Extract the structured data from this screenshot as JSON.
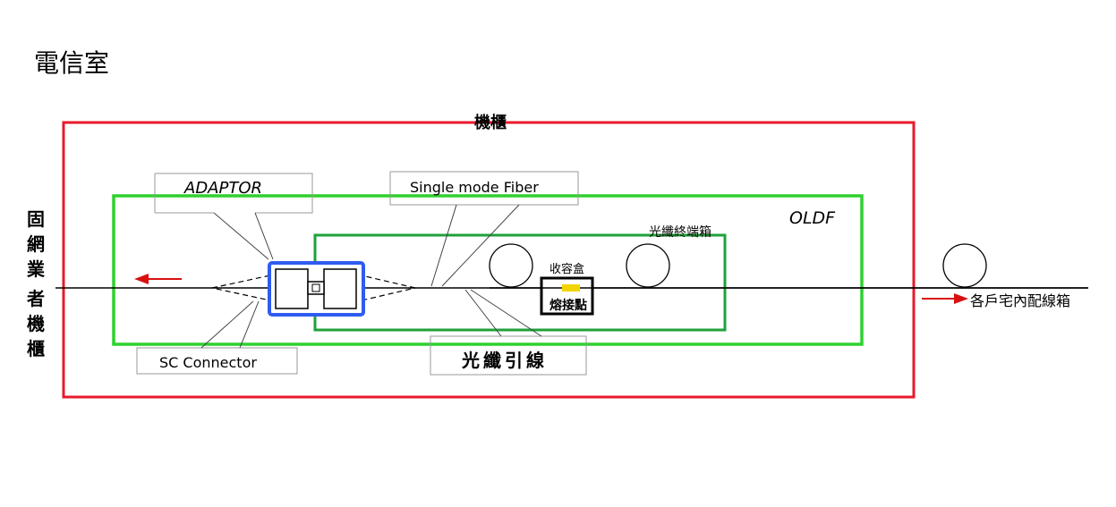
{
  "title": "電信室",
  "labels": {
    "cabinet": "機櫃",
    "adaptor": "ADAPTOR",
    "single_mode_fiber": "Single mode Fiber",
    "oldf": "OLDF",
    "fiber_terminal_box": "光纖終端箱",
    "storage_box": "收容盒",
    "fusion_point": "熔接點",
    "sc_connector": "SC Connector",
    "fiber_pigtail": "光纖引線",
    "to_household": "各戶宅內配線箱",
    "carrier_cabinet_chars": [
      "固",
      "網",
      "業",
      "者",
      "機",
      "櫃"
    ]
  },
  "colors": {
    "cabinet_border": "#e8192c",
    "oldf_border": "#2fd12f",
    "terminal_box_border": "#1fa13a",
    "adaptor_border": "#2f5cf0",
    "arrow": "#d81010",
    "fusion_mark": "#f2d400",
    "line": "#000000"
  }
}
